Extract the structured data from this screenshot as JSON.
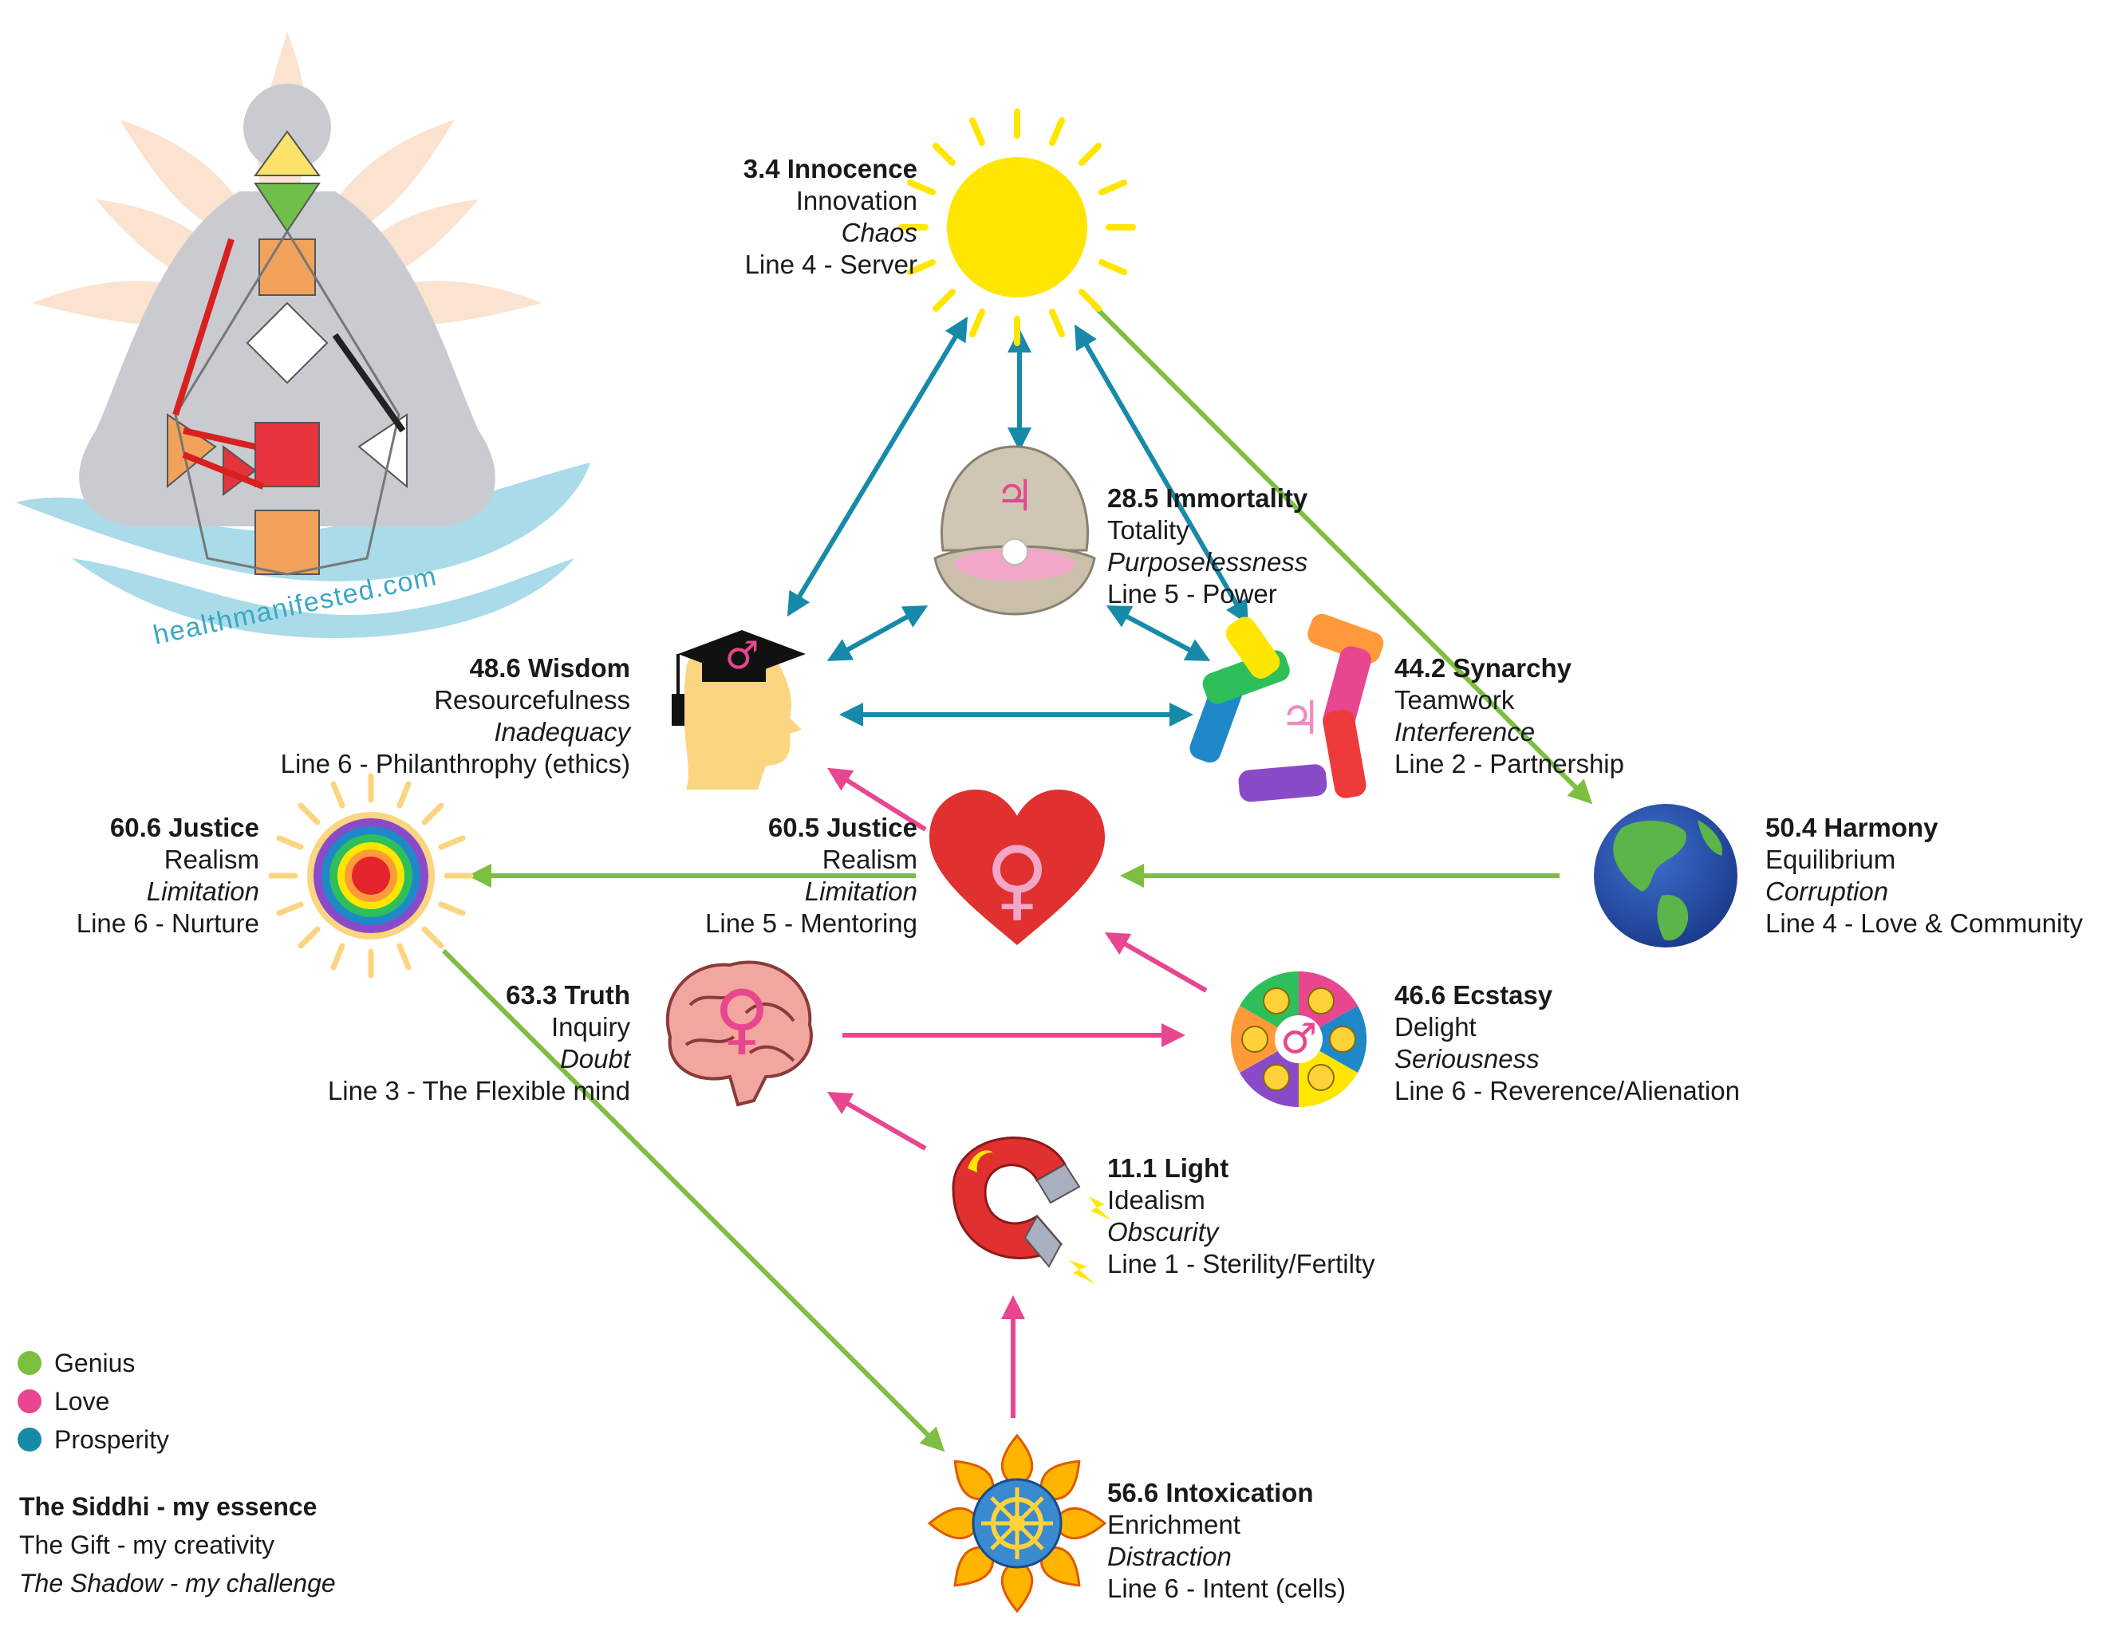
{
  "colors": {
    "genius": "#7dbf40",
    "love": "#e8468e",
    "prosperity": "#1789a9",
    "sun": "#ffe600",
    "heart": "#e03030"
  },
  "logo": {
    "text": "healthmanifested.com"
  },
  "nodes": {
    "innocence": {
      "title": "3.4 Innocence",
      "gift": "Innovation",
      "shadow": "Chaos",
      "line": "Line 4 - Server",
      "icon": "sun-icon"
    },
    "immortality": {
      "title": "28.5 Immortality",
      "gift": "Totality",
      "shadow": "Purposelessness",
      "line": "Line 5 - Power",
      "icon": "clam-pearl-icon"
    },
    "wisdom": {
      "title": "48.6 Wisdom",
      "gift": "Resourcefulness",
      "shadow": "Inadequacy",
      "line": "Line 6 - Philanthrophy (ethics)",
      "icon": "graduate-head-icon"
    },
    "synarchy": {
      "title": "44.2 Synarchy",
      "gift": "Teamwork",
      "shadow": "Interference",
      "line": "Line 2 - Partnership",
      "icon": "hands-circle-icon"
    },
    "justice6": {
      "title": "60.6 Justice",
      "gift": "Realism",
      "shadow": "Limitation",
      "line": "Line 6 - Nurture",
      "icon": "rainbow-sun-icon"
    },
    "justice5": {
      "title": "60.5 Justice",
      "gift": "Realism",
      "shadow": "Limitation",
      "line": "Line 5 - Mentoring",
      "icon": "heart-venus-icon"
    },
    "harmony": {
      "title": "50.4 Harmony",
      "gift": "Equilibrium",
      "shadow": "Corruption",
      "line": "Line 4 - Love & Community",
      "icon": "earth-icon"
    },
    "truth": {
      "title": "63.3 Truth",
      "gift": "Inquiry",
      "shadow": "Doubt",
      "line": "Line 3 - The Flexible mind",
      "icon": "brain-icon"
    },
    "ecstasy": {
      "title": "46.6 Ecstasy",
      "gift": "Delight",
      "shadow": "Seriousness",
      "line": "Line 6 - Reverence/Alienation",
      "icon": "emotions-wheel-icon"
    },
    "light": {
      "title": "11.1 Light",
      "gift": "Idealism",
      "shadow": "Obscurity",
      "line": "Line 1 - Sterility/Fertilty",
      "icon": "magnet-icon"
    },
    "intoxication": {
      "title": "56.6 Intoxication",
      "gift": "Enrichment",
      "shadow": "Distraction",
      "line": "Line 6 - Intent (cells)",
      "icon": "mandala-icon"
    }
  },
  "legend": [
    {
      "label": "Genius",
      "color": "#7dbf40"
    },
    {
      "label": "Love",
      "color": "#e8468e"
    },
    {
      "label": "Prosperity",
      "color": "#1789a9"
    }
  ],
  "key": {
    "siddhi": "The Siddhi - my essence",
    "gift": "The Gift - my creativity",
    "shadow": "The Shadow - my challenge"
  }
}
